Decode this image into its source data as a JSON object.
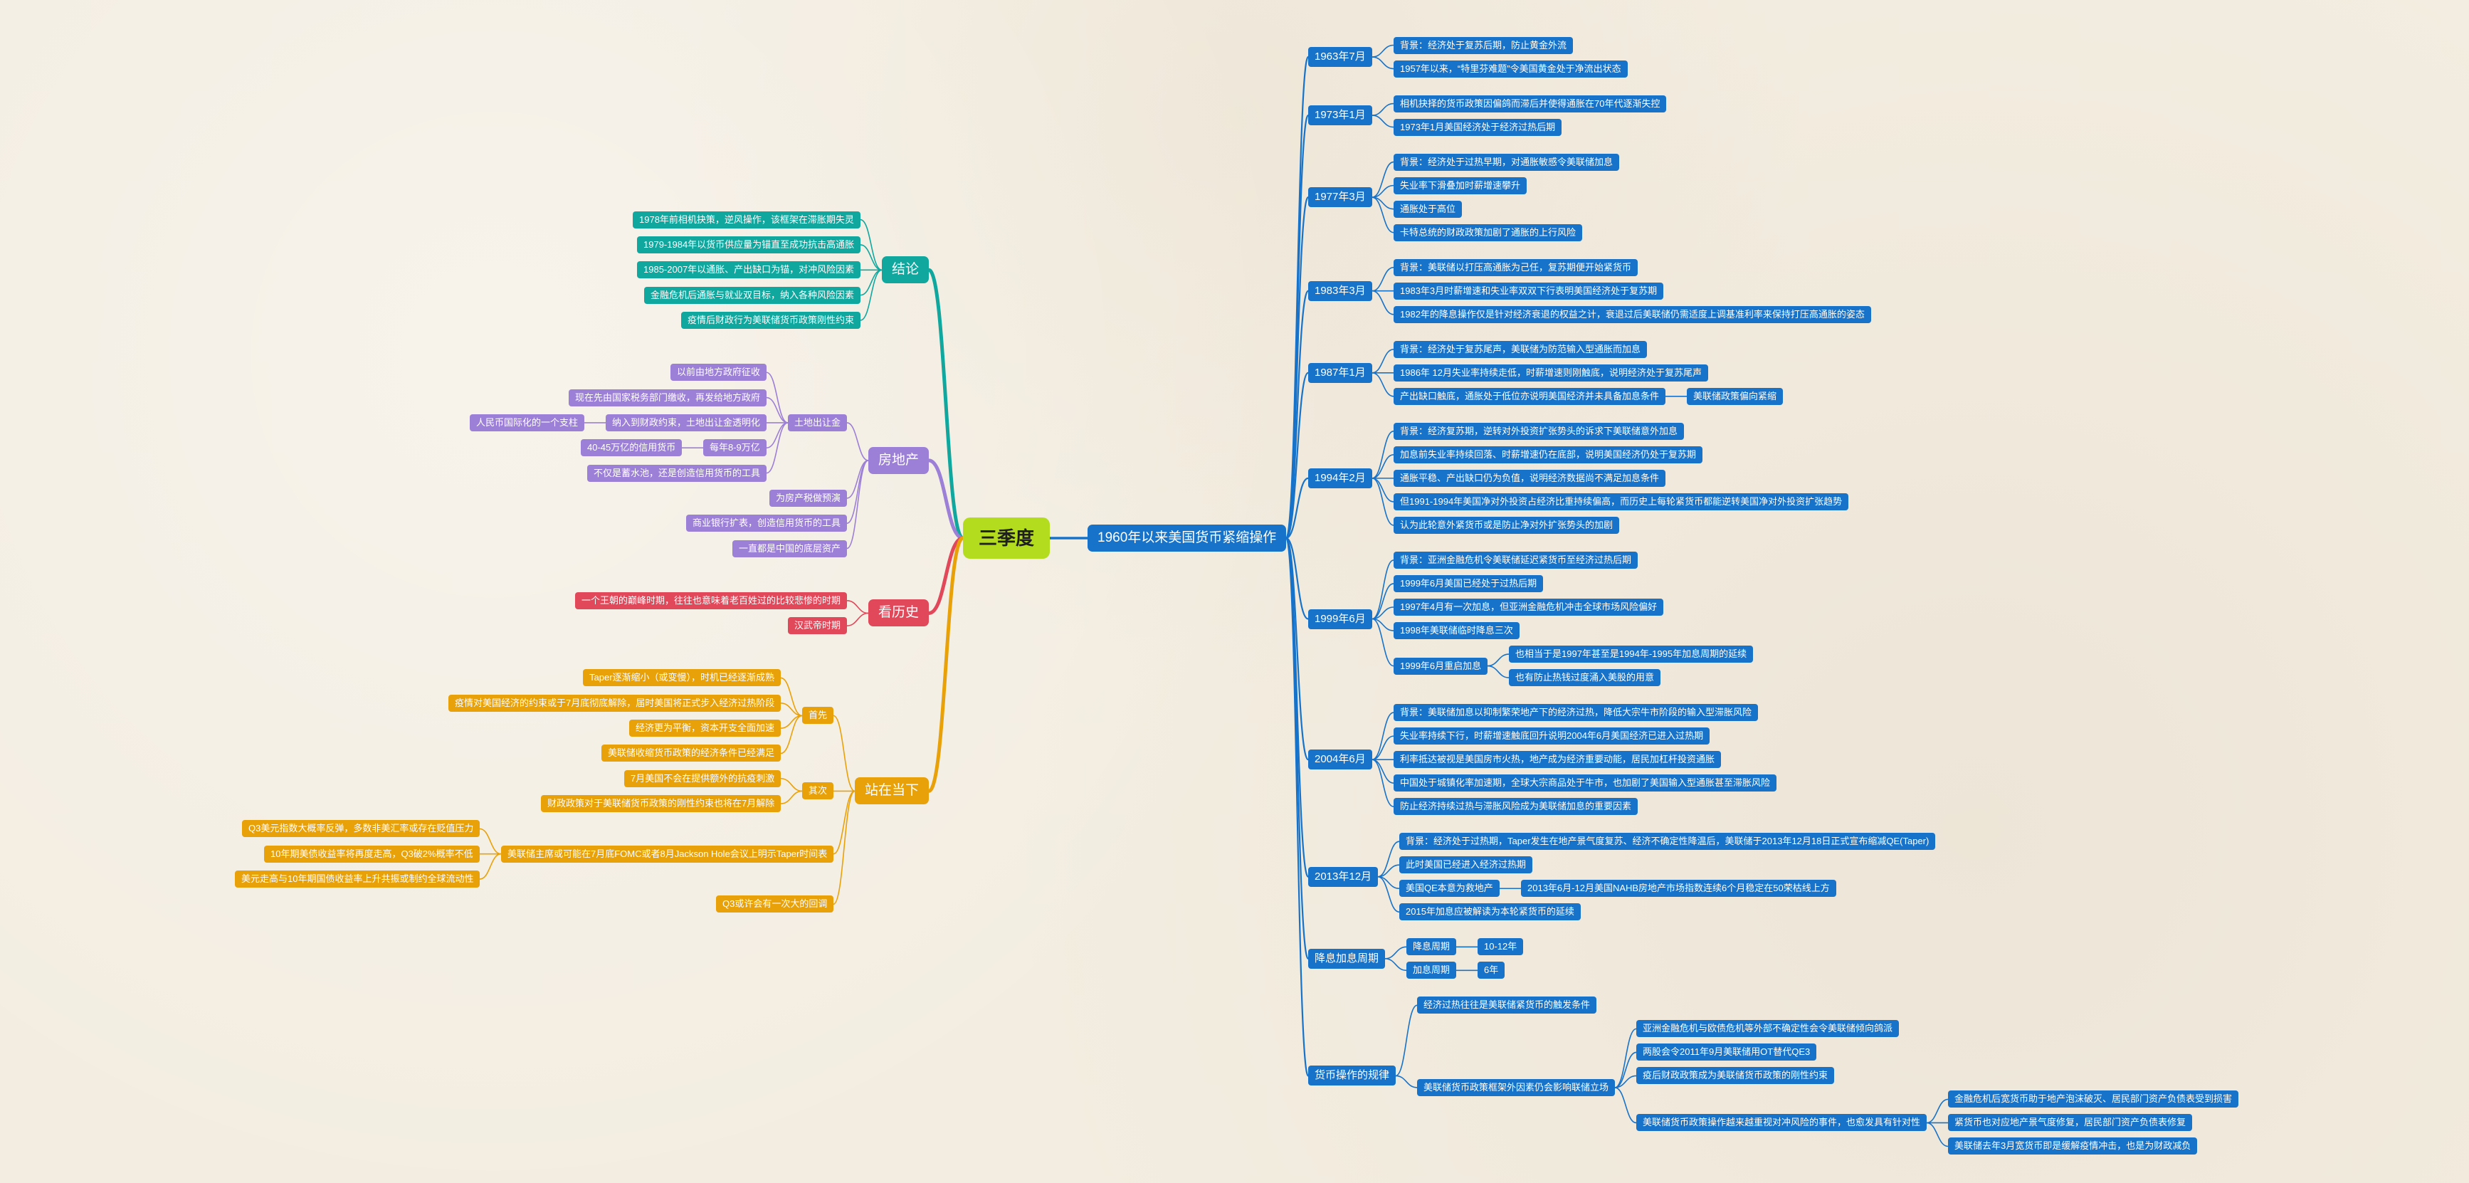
{
  "colors": {
    "root": "#b3dc1e",
    "blue": "#1772c9",
    "teal": "#0fa79e",
    "purple": "#9c7fd6",
    "red": "#e1485a",
    "amber": "#e9a10a"
  },
  "root": {
    "label": "三季度"
  },
  "right": {
    "label": "1960年以来美国货币紧缩操作",
    "color": "blue",
    "children": [
      {
        "label": "1963年7月",
        "children": [
          {
            "label": "背景：经济处于复苏后期，防止黄金外流"
          },
          {
            "label": "1957年以来，“特里芬难题”令美国黄金处于净流出状态"
          }
        ]
      },
      {
        "label": "1973年1月",
        "children": [
          {
            "label": "相机抉择的货币政策因偏鸽而滞后并使得通胀在70年代逐渐失控"
          },
          {
            "label": "1973年1月美国经济处于经济过热后期"
          }
        ]
      },
      {
        "label": "1977年3月",
        "children": [
          {
            "label": "背景：经济处于过热早期，对通胀敏感令美联储加息"
          },
          {
            "label": "失业率下滑叠加时薪增速攀升"
          },
          {
            "label": "通胀处于高位"
          },
          {
            "label": "卡特总统的财政政策加剧了通胀的上行风险"
          }
        ]
      },
      {
        "label": "1983年3月",
        "children": [
          {
            "label": "背景：美联储以打压高通胀为己任，复苏期便开始紧货币"
          },
          {
            "label": "1983年3月时薪增速和失业率双双下行表明美国经济处于复苏期"
          },
          {
            "label": "1982年的降息操作仅是针对经济衰退的权益之计，衰退过后美联储仍需适度上调基准利率来保持打压高通胀的姿态"
          }
        ]
      },
      {
        "label": "1987年1月",
        "children": [
          {
            "label": "背景：经济处于复苏尾声，美联储为防范输入型通胀而加息"
          },
          {
            "label": "1986年 12月失业率持续走低，时薪增速则刚触底，说明经济处于复苏尾声"
          },
          {
            "label": "产出缺口触底，通胀处于低位亦说明美国经济并未具备加息条件",
            "children": [
              {
                "label": "美联储政策偏向紧缩"
              }
            ]
          }
        ]
      },
      {
        "label": "1994年2月",
        "children": [
          {
            "label": "背景：经济复苏期，逆转对外投资扩张势头的诉求下美联储意外加息"
          },
          {
            "label": "加息前失业率持续回落、时薪增速仍在底部，说明美国经济仍处于复苏期"
          },
          {
            "label": "通胀平稳、产出缺口仍为负值，说明经济数据尚不满足加息条件"
          },
          {
            "label": "但1991-1994年美国净对外投资占经济比重持续偏高，而历史上每轮紧货币都能逆转美国净对外投资扩张趋势"
          },
          {
            "label": "认为此轮意外紧货币或是防止净对外扩张势头的加剧"
          }
        ]
      },
      {
        "label": "1999年6月",
        "children": [
          {
            "label": "背景：亚洲金融危机令美联储延迟紧货币至经济过热后期"
          },
          {
            "label": "1999年6月美国已经处于过热后期"
          },
          {
            "label": "1997年4月有一次加息，但亚洲金融危机冲击全球市场风险偏好"
          },
          {
            "label": "1998年美联储临时降息三次"
          },
          {
            "label": "1999年6月重启加息",
            "children": [
              {
                "label": "也相当于是1997年甚至是1994年-1995年加息周期的延续"
              },
              {
                "label": "也有防止热钱过度涌入美股的用意"
              }
            ]
          }
        ]
      },
      {
        "label": "2004年6月",
        "children": [
          {
            "label": "背景：美联储加息以抑制繁荣地产下的经济过热，降低大宗牛市阶段的输入型滞胀风险"
          },
          {
            "label": "失业率持续下行，时薪增速触底回升说明2004年6月美国经济已进入过热期"
          },
          {
            "label": "利率抵达被视是美国房市火热，地产成为经济重要动能，居民加杠杆投资通胀"
          },
          {
            "label": "中国处于城镇化率加速期，全球大宗商品处于牛市，也加剧了美国输入型通胀甚至滞胀风险"
          },
          {
            "label": "防止经济持续过热与滞胀风险成为美联储加息的重要因素"
          }
        ]
      },
      {
        "label": "2013年12月",
        "children": [
          {
            "label": "背景：经济处于过热期，Taper发生在地产景气度复苏、经济不确定性降温后，美联储于2013年12月18日正式宣布缩减QE(Taper)"
          },
          {
            "label": "此时美国已经进入经济过热期"
          },
          {
            "label": "美国QE本意为救地产",
            "children": [
              {
                "label": "2013年6月-12月美国NAHB房地产市场指数连续6个月稳定在50荣枯线上方"
              }
            ]
          },
          {
            "label": "2015年加息应被解读为本轮紧货币的延续"
          }
        ]
      },
      {
        "label": "降息加息周期",
        "children": [
          {
            "label": "降息周期",
            "children": [
              {
                "label": "10-12年"
              }
            ]
          },
          {
            "label": "加息周期",
            "children": [
              {
                "label": "6年"
              }
            ]
          }
        ]
      },
      {
        "label": "货币操作的规律",
        "children": [
          {
            "label": "经济过热往往是美联储紧货币的触发条件"
          },
          {
            "label": "美联储货币政策框架外因素仍会影响联储立场",
            "children": [
              {
                "label": "亚洲金融危机与欧债危机等外部不确定性会令美联储倾向鸽派"
              },
              {
                "label": "两股会令2011年9月美联储用OT替代QE3"
              },
              {
                "label": "疫后财政政策成为美联储货币政策的刚性约束"
              },
              {
                "label": "美联储货币政策操作越来越重视对冲风险的事件，也愈发具有针对性",
                "children": [
                  {
                    "label": "金融危机后宽货币助于地产泡沫破灭、居民部门资产负债表受到损害"
                  },
                  {
                    "label": "紧货币也对应地产景气度修复，居民部门资产负债表修复"
                  },
                  {
                    "label": "美联储去年3月宽货币即是缓解疫情冲击，也是为财政减负"
                  }
                ]
              }
            ]
          }
        ]
      }
    ]
  },
  "left": [
    {
      "label": "结论",
      "color": "teal",
      "children": [
        {
          "label": "1978年前相机抉策，逆风操作，该框架在滞胀期失灵"
        },
        {
          "label": "1979-1984年以货币供应量为锚直至成功抗击高通胀"
        },
        {
          "label": "1985-2007年以通胀、产出缺口为锚，对冲风险因素"
        },
        {
          "label": "金融危机后通胀与就业双目标，纳入各种风险因素"
        },
        {
          "label": "疫情后财政行为美联储货币政策刚性约束"
        }
      ]
    },
    {
      "label": "房地产",
      "color": "purple",
      "children": [
        {
          "label": "土地出让金",
          "children": [
            {
              "label": "以前由地方政府征收"
            },
            {
              "label": "现在先由国家税务部门缴收，再发给地方政府"
            },
            {
              "label": "纳入到财政约束，土地出让金透明化",
              "children": [
                {
                  "label": "人民币国际化的一个支柱"
                }
              ]
            },
            {
              "label": "每年8-9万亿",
              "children": [
                {
                  "label": "40-45万亿的信用货币"
                }
              ]
            },
            {
              "label": "不仅是蓄水池，还是创造信用货币的工具"
            }
          ]
        },
        {
          "label": "为房产税做预演"
        },
        {
          "label": "商业银行扩表，创造信用货币的工具"
        },
        {
          "label": "一直都是中国的底层资产"
        }
      ]
    },
    {
      "label": "看历史",
      "color": "red",
      "children": [
        {
          "label": "一个王朝的巅峰时期，往往也意味着老百姓过的比较悲惨的时期"
        },
        {
          "label": "汉武帝时期"
        }
      ]
    },
    {
      "label": "站在当下",
      "color": "amber",
      "children": [
        {
          "label": "首先",
          "children": [
            {
              "label": "Taper逐渐缩小（或变慢），时机已经逐渐成熟"
            },
            {
              "label": "疫情对美国经济的约束或于7月底彻底解除，届时美国将正式步入经济过热阶段"
            },
            {
              "label": "经济更为平衡，资本开支全面加速"
            },
            {
              "label": "美联储收缩货币政策的经济条件已经满足"
            }
          ]
        },
        {
          "label": "其次",
          "children": [
            {
              "label": "7月美国不会在提供额外的抗疫刺激"
            },
            {
              "label": "财政政策对于美联储货币政策的刚性约束也将在7月解除"
            }
          ]
        },
        {
          "label": "美联储主席或可能在7月底FOMC或者8月Jackson Hole会议上明示Taper时间表",
          "children": [
            {
              "label": "Q3美元指数大概率反弹，多数非美汇率或存在贬值压力"
            },
            {
              "label": "10年期美债收益率将再度走高，Q3破2%概率不低"
            },
            {
              "label": "美元走高与10年期国债收益率上升共振或制约全球流动性"
            }
          ]
        },
        {
          "label": "Q3或许会有一次大的回调"
        }
      ]
    }
  ]
}
